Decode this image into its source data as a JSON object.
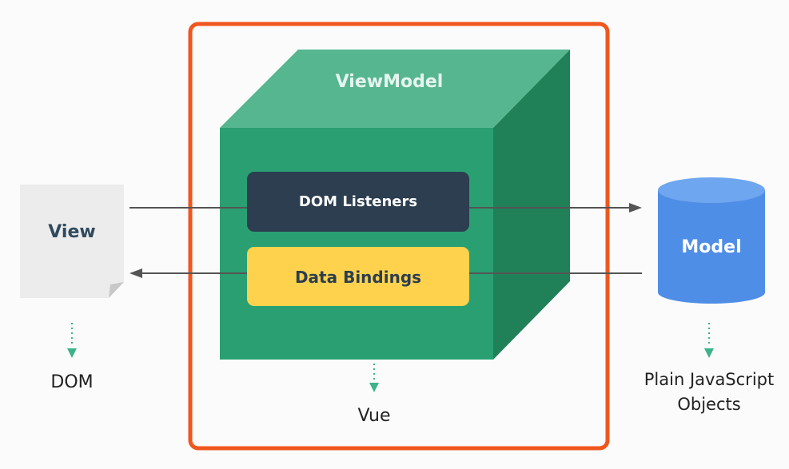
{
  "diagram": {
    "view_label": "View",
    "model_label": "Model",
    "viewmodel_label": "ViewModel",
    "dom_listeners_label": "DOM Listeners",
    "data_bindings_label": "Data Bindings",
    "dom_caption": "DOM",
    "vue_caption": "Vue",
    "model_caption": "Plain JavaScript Objects"
  },
  "colors": {
    "frame": "#f0561d",
    "cube_front": "#2aa072",
    "cube_top": "#56b68f",
    "cube_side": "#208058",
    "dom_listeners_bg": "#2c3e50",
    "data_bindings_bg": "#ffd24e",
    "model_cylinder": "#4f8ee6",
    "view_page": "#ececec",
    "arrow": "#555555",
    "dotted_arrow": "#3cb38a"
  }
}
